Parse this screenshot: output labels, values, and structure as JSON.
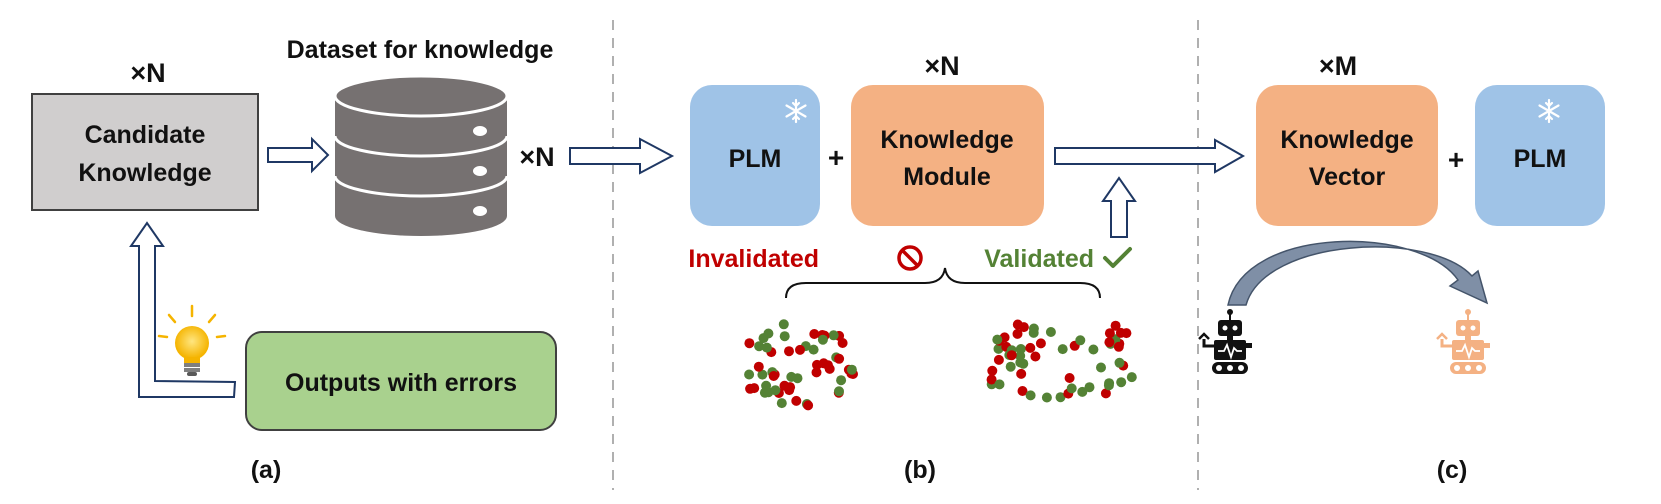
{
  "panel_a": {
    "multiplier_top": "×N",
    "dataset_title": "Dataset for knowledge",
    "candidate_box": [
      "Candidate",
      "Knowledge"
    ],
    "multiplier_db": "×N",
    "outputs_box": "Outputs with errors",
    "caption": "(a)"
  },
  "panel_b": {
    "multiplier": "×N",
    "plm_box": "PLM",
    "plus": "+",
    "module_box": [
      "Knowledge",
      "Module"
    ],
    "invalidated_label": "Invalidated",
    "validated_label": "Validated",
    "caption": "(b)"
  },
  "panel_c": {
    "multiplier": "×M",
    "vector_box": [
      "Knowledge",
      "Vector"
    ],
    "plus": "+",
    "plm_box": "PLM",
    "caption": "(c)"
  },
  "colors": {
    "plm_blue": "#9fc3e7",
    "orange": "#f4b183",
    "gray_box": "#d0cece",
    "green_box": "#a9d18e",
    "database": "#767171",
    "invalid_red": "#c00000",
    "valid_green": "#548235",
    "arrow_outline": "#1f3864",
    "robot_orange": "#f4b183"
  },
  "icons": {
    "snowflake": "snowflake-icon",
    "lightbulb": "lightbulb-icon",
    "prohibited": "prohibited-icon",
    "check": "checkmark-icon",
    "robot": "robot-icon"
  }
}
